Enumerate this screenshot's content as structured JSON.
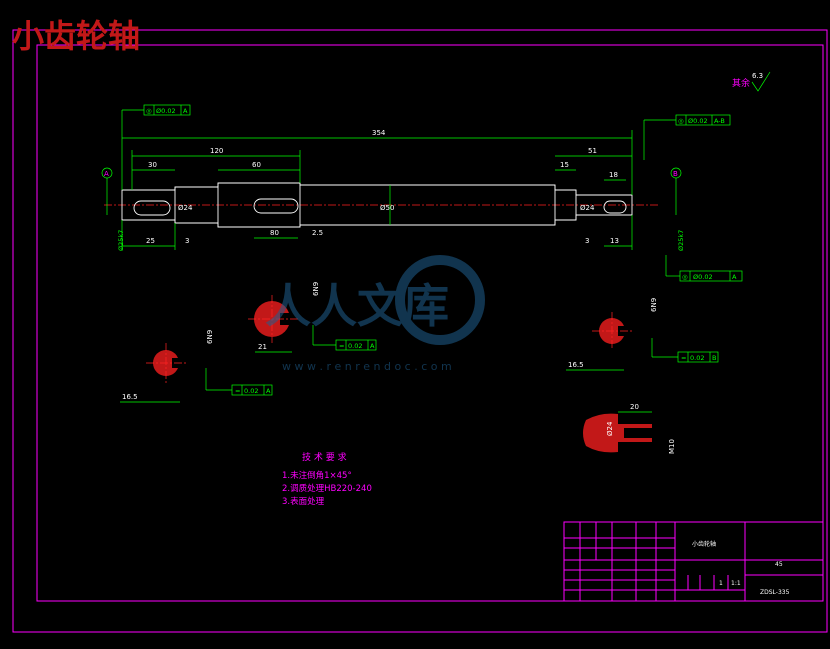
{
  "header": {
    "title": "小齿轮轴",
    "title_color": "#c21818"
  },
  "watermark": {
    "brand": "人人文库",
    "url": "w w w . r e n r e n d o c . c o m"
  },
  "roughness_note": {
    "label": "其余",
    "value": "6.3"
  },
  "datums": {
    "a": "A",
    "b": "B"
  },
  "tolerances": {
    "left_runout": {
      "symbol": "◎",
      "value": "Ø0.02",
      "datum": "A"
    },
    "right_runout": {
      "symbol": "◎",
      "value": "Ø0.02",
      "datum": "A-B"
    },
    "right_lower_runout": {
      "symbol": "◎",
      "value": "Ø0.02",
      "datum": "A"
    },
    "sec1_sym": {
      "symbol": "=",
      "value": "0.02",
      "datum": "A"
    },
    "sec2_sym": {
      "symbol": "=",
      "value": "0.02",
      "datum": "A"
    },
    "sec3_sym": {
      "symbol": "=",
      "value": "0.02",
      "datum": "B"
    }
  },
  "dimensions": {
    "overall": "354",
    "d120": "120",
    "d60": "60",
    "d30": "30",
    "d51": "51",
    "d15": "15",
    "d18": "18",
    "d25": "25",
    "d3a": "3",
    "d80": "80",
    "d2_5": "2.5",
    "d3b": "3",
    "d13": "13",
    "dia24a": "Ø24",
    "dia50": "Ø50",
    "dia24b": "Ø24",
    "left_dia": "Ø25k7",
    "right_dia": "Ø25k7",
    "sec1_width": "6N9",
    "sec1_depth": "16.5",
    "sec2_width": "6N9",
    "sec2_depth": "21",
    "sec3_width": "6N9",
    "sec3_depth": "16.5",
    "detail_len": "20",
    "detail_dia": "Ø24",
    "detail_thread": "M10"
  },
  "tech_requirements": {
    "heading": "技 术 要 求",
    "items": [
      "1.未注倒角1×45°",
      "2.调质处理HB220-240",
      "3.表面处理"
    ]
  },
  "title_block": {
    "part_name": "小齿轮轴",
    "material": "45",
    "scale": "1:1",
    "drawing_no": "ZDSL-335",
    "count": "1"
  }
}
